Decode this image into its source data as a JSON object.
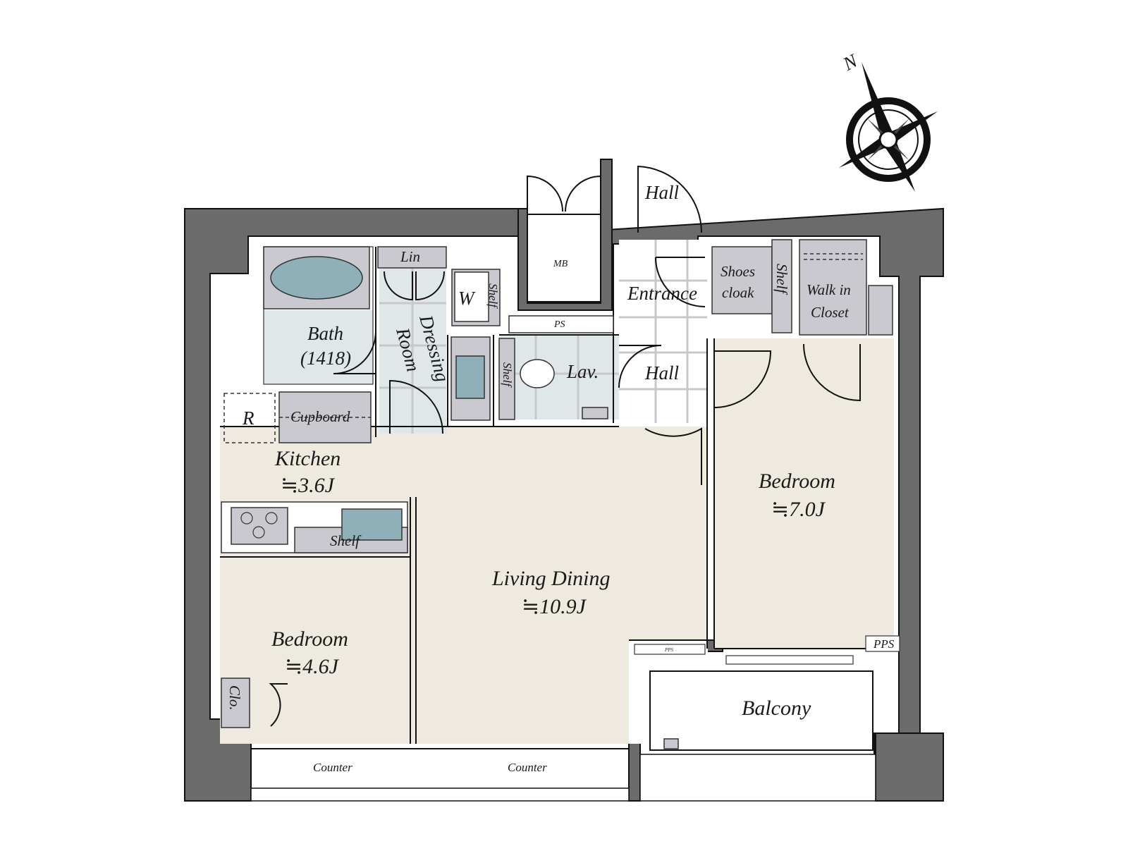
{
  "compass": {
    "north_label": "N"
  },
  "rooms": {
    "hall_top": "Hall",
    "mb": "MB",
    "lin": "Lin",
    "w": "W",
    "shelf_washer": "Shelf",
    "bath": "Bath",
    "bath_size": "(1418)",
    "dressing_1": "Dressing",
    "dressing_2": "Room",
    "ps": "PS",
    "entrance": "Entrance",
    "shoes_1": "Shoes",
    "shoes_2": "cloak",
    "shelf_shoes": "Shelf",
    "walkin_1": "Walk in",
    "walkin_2": "Closet",
    "shelf_lav": "Shelf",
    "lav": "Lav.",
    "hall_mid": "Hall",
    "r": "R",
    "cupboard": "Cupboard",
    "kitchen": "Kitchen",
    "kitchen_size": "≒3.6J",
    "shelf_kitchen": "Shelf",
    "bedroom_right": "Bedroom",
    "bedroom_right_size": "≒7.0J",
    "living": "Living Dining",
    "living_size": "≒10.9J",
    "bedroom_left": "Bedroom",
    "bedroom_left_size": "≒4.6J",
    "clo": "Clo.",
    "pps": "PPS",
    "pps_small": "PPS",
    "balcony": "Balcony",
    "counter_left": "Counter",
    "counter_right": "Counter"
  }
}
